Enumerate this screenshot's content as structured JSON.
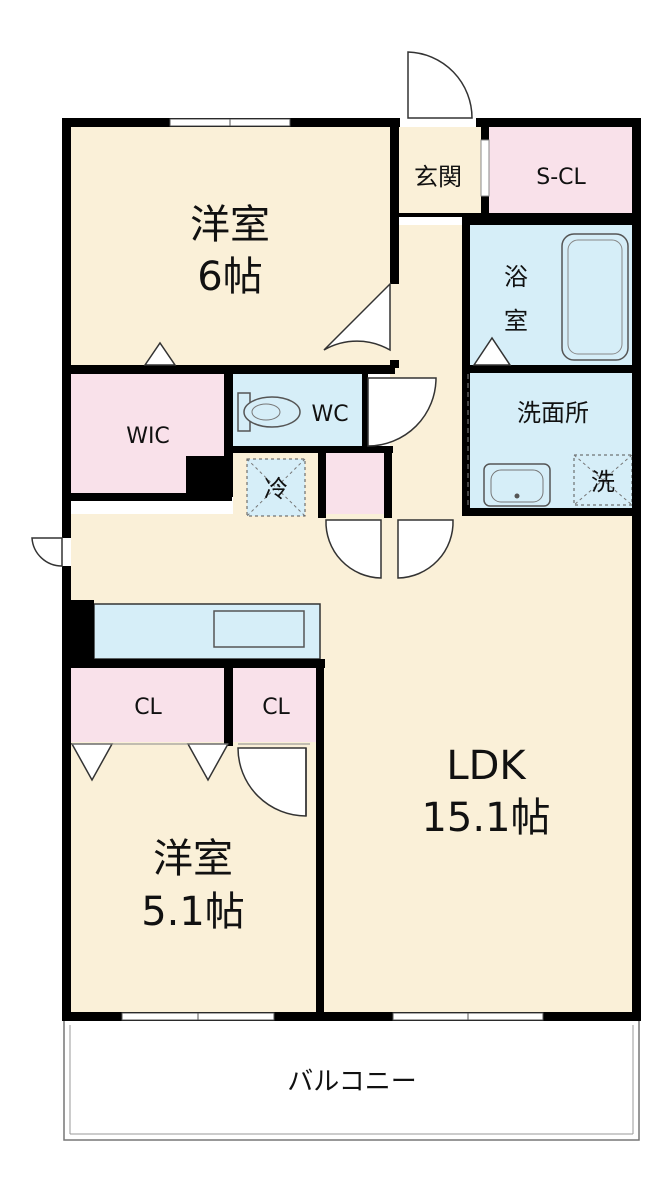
{
  "colors": {
    "room": "#faf0d8",
    "closet": "#f9e1ea",
    "wet": "#d6eef8",
    "balcony": "#ffffff",
    "wall": "#000000"
  },
  "rooms": {
    "bedroom_main": {
      "name": "洋室",
      "size": "6帖"
    },
    "bedroom_second": {
      "name": "洋室",
      "size": "5.1帖"
    },
    "ldk": {
      "name": "LDK",
      "size": "15.1帖"
    },
    "genkan": "玄関",
    "s_cl": "S-CL",
    "bath": {
      "line1": "浴",
      "line2": "室"
    },
    "washroom": "洗面所",
    "wc": "WC",
    "wic": "WIC",
    "cl_left": "CL",
    "cl_right": "CL",
    "balcony": "バルコニー"
  },
  "markers": {
    "fridge": "冷",
    "washer": "洗"
  }
}
